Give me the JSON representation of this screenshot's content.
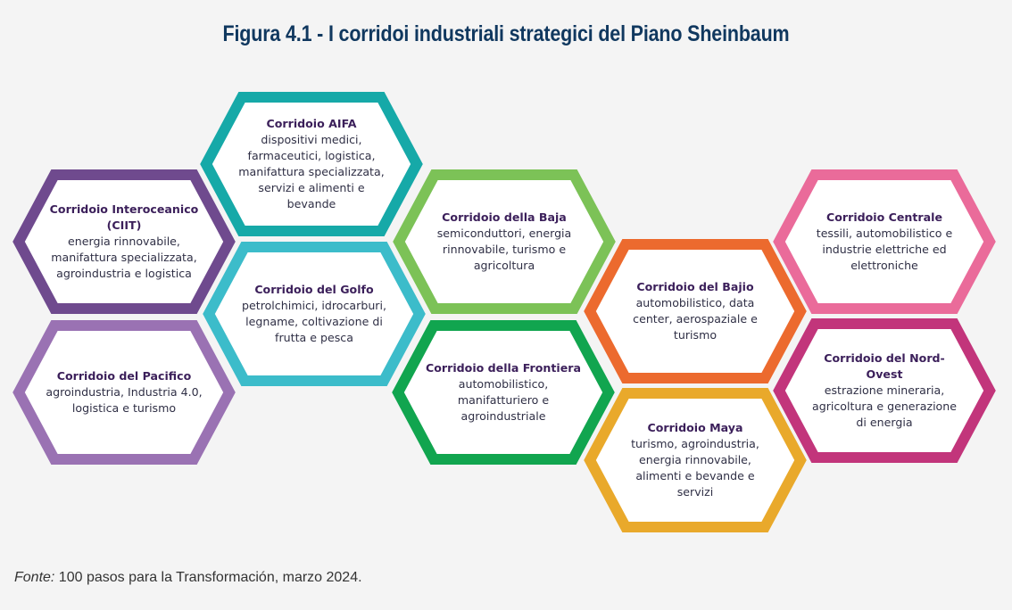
{
  "title": "Figura 4.1 - I corridoi industriali strategici del Piano Sheinbaum",
  "footer": {
    "label": "Fonte:",
    "text": " 100 pasos para la Transformación, marzo 2024."
  },
  "corridors": [
    {
      "id": "ciit",
      "title": "Corridoio Interoceanico (CIIT)",
      "desc": "energia rinnovabile, manifattura specializzata, agroindustria e logistica",
      "color": "#6f4a8e"
    },
    {
      "id": "pacifico",
      "title": "Corridoio del Pacifico",
      "desc": "agroindustria, Industria 4.0, logistica e turismo",
      "color": "#9a72b3"
    },
    {
      "id": "aifa",
      "title": "Corridoio AIFA",
      "desc": "dispositivi medici, farmaceutici, logistica, manifattura specializzata, servizi e alimenti e bevande",
      "color": "#16a9a8"
    },
    {
      "id": "golfo",
      "title": "Corridoio del Golfo",
      "desc": "petrolchimici, idrocarburi, legname, coltivazione di frutta e pesca",
      "color": "#3cbcca"
    },
    {
      "id": "baja",
      "title": "Corridoio della Baja",
      "desc": "semiconduttori, energia rinnovabile, turismo e agricoltura",
      "color": "#7cc257"
    },
    {
      "id": "frontiera",
      "title": "Corridoio della Frontiera",
      "desc": "automobilistico, manifatturiero e agroindustriale",
      "color": "#11a54f"
    },
    {
      "id": "bajio",
      "title": "Corridoio del Bajio",
      "desc": "automobilistico, data center, aerospaziale e turismo",
      "color": "#ec6a2e"
    },
    {
      "id": "maya",
      "title": "Corridoio Maya",
      "desc": "turismo, agroindustria, energia rinnovabile, alimenti e bevande e servizi",
      "color": "#e9a92b"
    },
    {
      "id": "centrale",
      "title": "Corridoio Centrale",
      "desc": "tessili, automobilistico e industrie elettriche ed elettroniche",
      "color": "#ea6b9a"
    },
    {
      "id": "nordovest",
      "title": "Corridoio del Nord-Ovest",
      "desc": "estrazione mineraria, agricoltura e generazione di energia",
      "color": "#c2357b"
    }
  ]
}
